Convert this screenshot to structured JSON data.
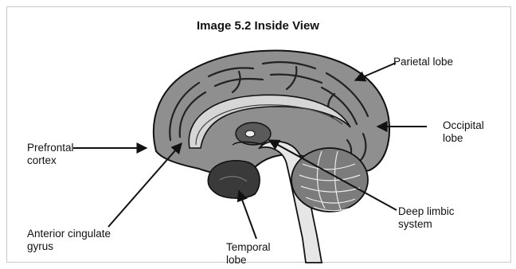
{
  "title": "Image 5.2 Inside View",
  "labels": {
    "parietal": "Parietal lobe",
    "occipital": "Occipital\nlobe",
    "prefrontal": "Prefrontal\ncortex",
    "anterior_cingulate": "Anterior cingulate\ngyrus",
    "temporal": "Temporal\nlobe",
    "deep_limbic": "Deep limbic\nsystem"
  }
}
